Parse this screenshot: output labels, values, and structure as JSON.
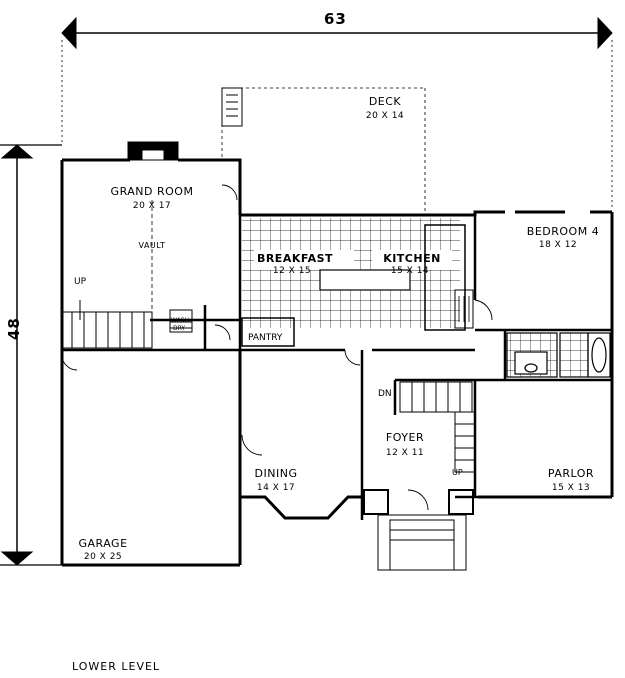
{
  "overall": {
    "width": "63",
    "depth": "48"
  },
  "level_title": "LOWER LEVEL",
  "rooms": {
    "deck": {
      "name": "DECK",
      "size": "20 X 14"
    },
    "grand": {
      "name": "GRAND ROOM",
      "size": "20 X 17",
      "note": "VAULT"
    },
    "breakfast": {
      "name": "BREAKFAST",
      "size": "12 X 15"
    },
    "kitchen": {
      "name": "KITCHEN",
      "size": "15 X 14"
    },
    "bedroom4": {
      "name": "BEDROOM 4",
      "size": "18 X 12"
    },
    "foyer": {
      "name": "FOYER",
      "size": "12 X 11"
    },
    "dining": {
      "name": "DINING",
      "size": "14 X 17"
    },
    "parlor": {
      "name": "PARLOR",
      "size": "15 X 13"
    },
    "garage": {
      "name": "GARAGE",
      "size": "20 X 25"
    },
    "pantry": {
      "name": "PANTRY"
    }
  },
  "labels": {
    "up_left": "UP",
    "up_foyer": "UP",
    "dn_foyer": "DN",
    "wash": "WASH",
    "dry": "DRY"
  }
}
